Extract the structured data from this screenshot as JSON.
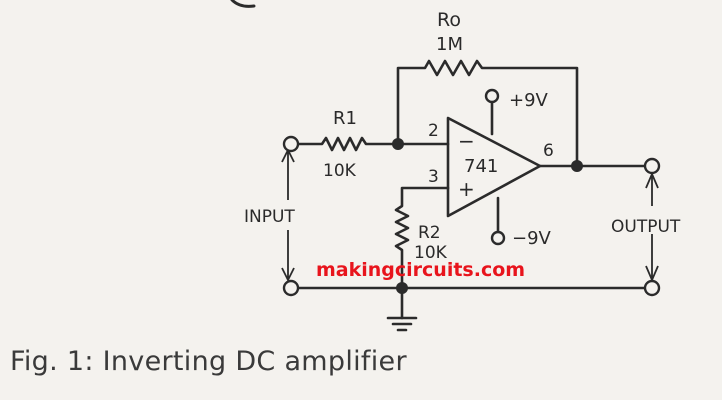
{
  "labels": {
    "ro_name": "Ro",
    "ro_value": "1M",
    "r1_name": "R1",
    "r1_value": "10K",
    "r2_name": "R2",
    "r2_value": "10K",
    "pin2": "2",
    "pin3": "3",
    "pin6": "6",
    "minus": "−",
    "plus": "+",
    "opamp": "741",
    "vpos": "+9V",
    "vneg": "−9V",
    "input": "INPUT",
    "output": "OUTPUT",
    "watermark": "makingcircuits.com"
  },
  "caption": "Fig. 1: Inverting DC amplifier",
  "colors": {
    "ink": "#2b2b2b",
    "watermark": "#e8141c",
    "paper": "#f4f2ee"
  }
}
